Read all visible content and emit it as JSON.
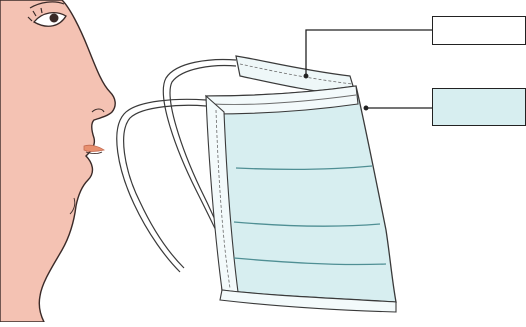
{
  "colors": {
    "skin": "#f4c2b3",
    "skin_outline": "#3a2a28",
    "lip": "#e8906f",
    "mask_fill": "#d7eef0",
    "mask_outline": "#3a3a3a",
    "pleat_line": "#4f8f94",
    "label_box_top_fill": "#ffffff",
    "label_box_bottom_fill": "#d7eef0",
    "leader_line": "#222222"
  },
  "icons": {
    "face": "face-profile-illustration",
    "mask": "surgical-mask-illustration",
    "ear_loops": "ear-loop-illustration"
  },
  "labels": {
    "top": "",
    "bottom": ""
  }
}
